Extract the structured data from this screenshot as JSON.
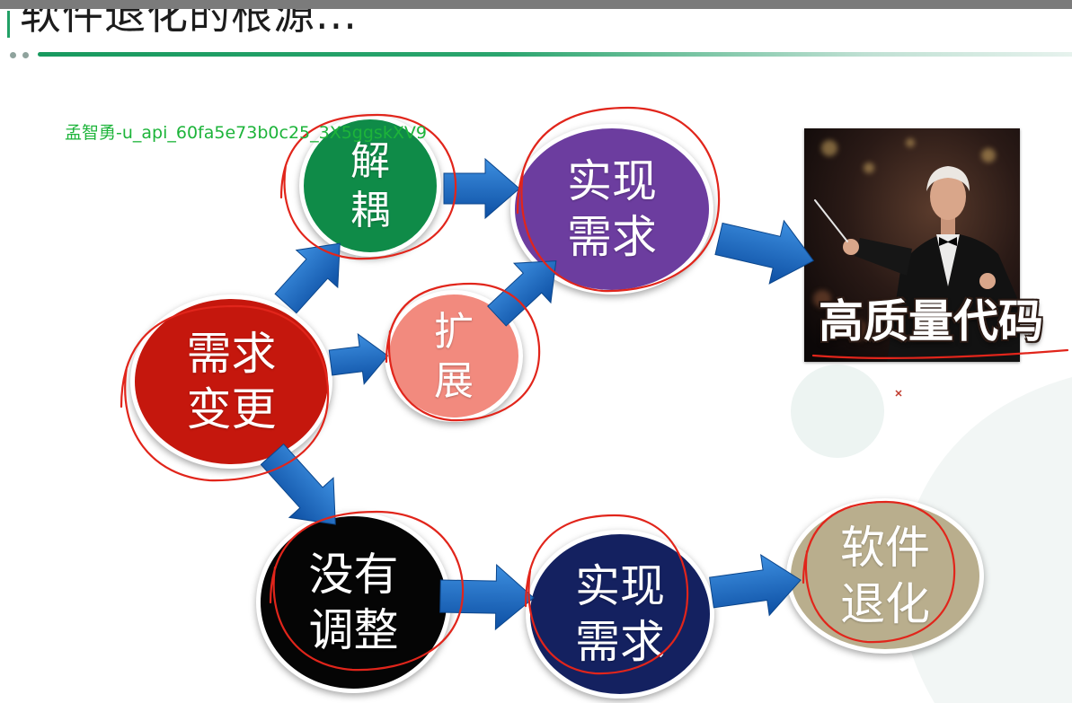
{
  "slide": {
    "title": "软件退化的根源...",
    "watermark": "孟智勇-u_api_60fa5e73b0c25_3X5ggskXV9"
  },
  "nodes": {
    "requirement_change": {
      "lines": [
        "需求",
        "变更"
      ],
      "color": "#c5170d"
    },
    "decouple": {
      "lines": [
        "解",
        "耦"
      ],
      "color": "#0f8b48"
    },
    "extend": {
      "lines": [
        "扩",
        "展"
      ],
      "color": "#f28a7e"
    },
    "implement_top": {
      "lines": [
        "实现",
        "需求"
      ],
      "color": "#6c3d9f"
    },
    "no_adjustment": {
      "lines": [
        "没有",
        "调整"
      ],
      "color": "#050505"
    },
    "implement_bottom": {
      "lines": [
        "实现",
        "需求"
      ],
      "color": "#142160"
    },
    "degradation": {
      "lines": [
        "软件",
        "退化"
      ],
      "color": "#b9ae8d"
    }
  },
  "result": {
    "caption": "高质量代码"
  },
  "colors": {
    "arrow_light": "#3d8fe0",
    "arrow_dark": "#0d4fa3",
    "annotation": "#e1251b",
    "watermark": "#1db43a"
  }
}
